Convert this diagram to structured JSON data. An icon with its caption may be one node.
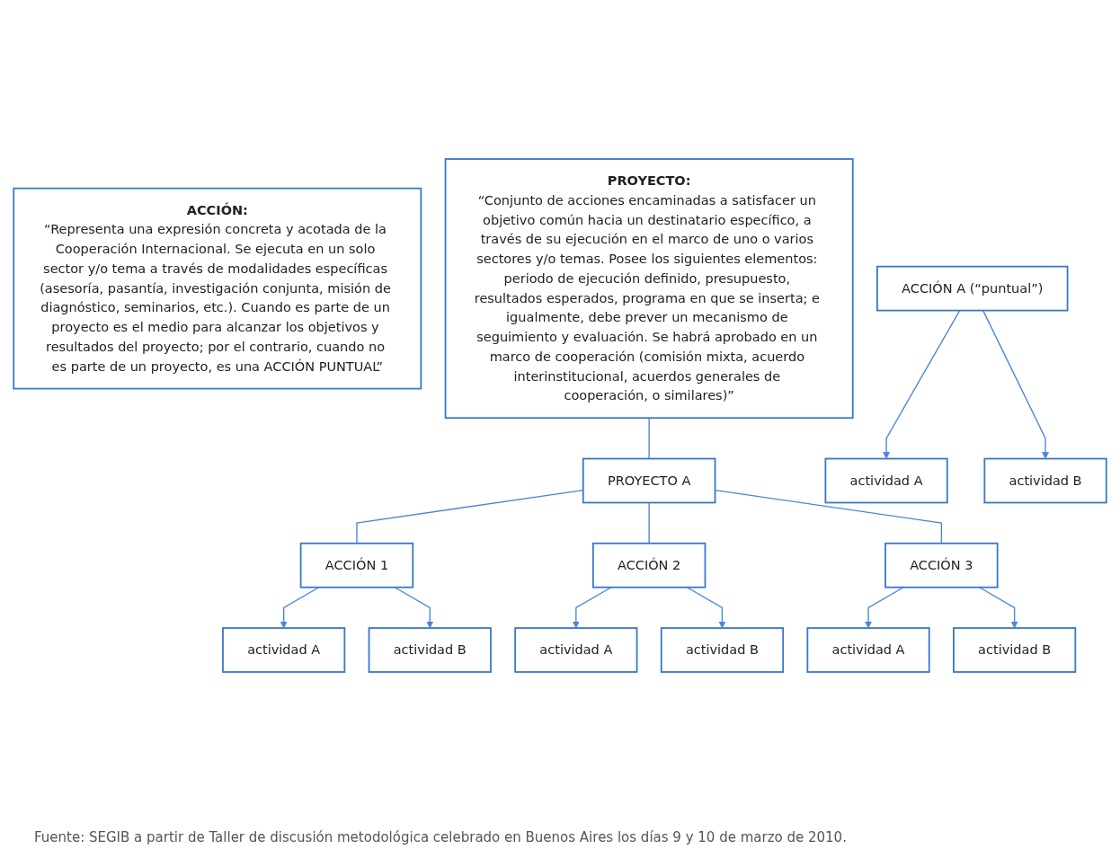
{
  "diagram": {
    "caption": "Fuente: SEGIB a partir de Taller de discusión metodológica celebrado en Buenos Aires los días 9 y 10 de marzo de 2010.",
    "nodes": [
      {
        "text": [
          "ACCIÓN:",
          "“Representa una expresión concreta y acotada de la Cooperación Internacional. Se ejecuta en un solo sector y/o tema a través de modalidades específicas (asesoría, pasantía, investigación conjunta, misión de diagnóstico, seminarios, etc.). Cuando es parte de un proyecto es el medio para alcanzar los objetivos y resultados del proyecto; por el contrario, cuando no es parte de un proyecto, es una ACCIÓN PUNTUAL”"
        ]
      },
      {
        "text": [
          "PROYECTO:",
          "“Conjunto de acciones encaminadas a satisfacer un objetivo común hacia un destinatario específico, a través de su ejecución en el marco de uno o varios sectores y/o temas. Posee los siguientes elementos: periodo de ejecución definido, presupuesto, resultados esperados, programa en que se inserta; e igualmente, debe prever un mecanismo de seguimiento y evaluación. Se habrá aprobado en un marco de cooperación (comisión mixta, acuerdo interinstitucional, acuerdos generales de cooperación, o similares)”"
        ]
      },
      {
        "text": [
          "PROYECTO A"
        ]
      },
      {
        "text": [
          "ACCIÓN A (“puntual”)"
        ]
      },
      {
        "text": [
          "ACCIÓN 1"
        ]
      },
      {
        "text": [
          "ACCIÓN 2"
        ]
      },
      {
        "text": [
          "ACCIÓN 3"
        ]
      },
      {
        "text": [
          "actividad A"
        ]
      },
      {
        "text": [
          "actividad B"
        ]
      },
      {
        "text": [
          "actividad A"
        ]
      },
      {
        "text": [
          "actividad B"
        ]
      },
      {
        "text": [
          "actividad A"
        ]
      },
      {
        "text": [
          "actividad B"
        ]
      },
      {
        "text": [
          "actividad A"
        ]
      },
      {
        "text": [
          "actividad B"
        ]
      }
    ],
    "edges": [
      {
        "from": 1,
        "to": 2,
        "arrow": "none"
      },
      {
        "from": 2,
        "to": 4,
        "arrow": "none"
      },
      {
        "from": 2,
        "to": 5,
        "arrow": "none"
      },
      {
        "from": 2,
        "to": 6,
        "arrow": "none"
      },
      {
        "from": 3,
        "to": 7,
        "arrow": "to"
      },
      {
        "from": 3,
        "to": 8,
        "arrow": "to"
      },
      {
        "from": 4,
        "to": 9,
        "arrow": "to"
      },
      {
        "from": 4,
        "to": 10,
        "arrow": "to"
      },
      {
        "from": 5,
        "to": 11,
        "arrow": "to"
      },
      {
        "from": 5,
        "to": 12,
        "arrow": "to"
      },
      {
        "from": 6,
        "to": 13,
        "arrow": "to"
      },
      {
        "from": 6,
        "to": 14,
        "arrow": "to"
      }
    ]
  }
}
